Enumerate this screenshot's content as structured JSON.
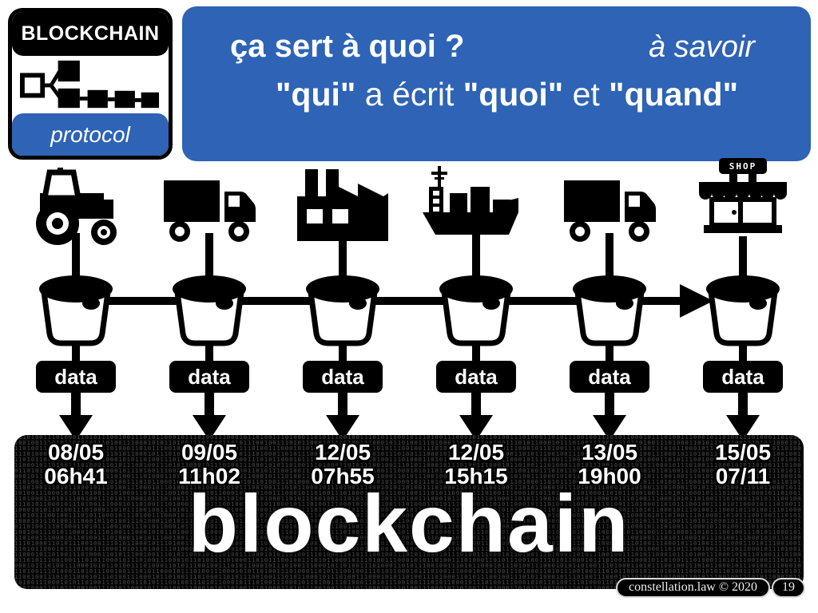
{
  "logo": {
    "title": "BLOCKCHAIN",
    "subtitle": "protocol"
  },
  "header": {
    "question": "ça sert à quoi ?",
    "aside": "à savoir",
    "line2": {
      "p1": "\"qui\"",
      "p2": " a écrit ",
      "p3": "\"quoi\"",
      "p4": " et ",
      "p5": "\"quand\""
    }
  },
  "columns": [
    {
      "icon": "tractor-icon",
      "label": "data",
      "date": "08/05",
      "time": "06h41"
    },
    {
      "icon": "delivery-truck-icon",
      "label": "data",
      "date": "09/05",
      "time": "11h02"
    },
    {
      "icon": "factory-icon",
      "label": "data",
      "date": "12/05",
      "time": "07h55"
    },
    {
      "icon": "cargo-ship-icon",
      "label": "data",
      "date": "12/05",
      "time": "15h15"
    },
    {
      "icon": "delivery-truck-icon",
      "label": "data",
      "date": "13/05",
      "time": "19h00"
    },
    {
      "icon": "shop-icon",
      "label": "data",
      "date": "15/05",
      "time": "07/11"
    }
  ],
  "shop": {
    "sign": "SHOP"
  },
  "banner": {
    "word": "blockchain"
  },
  "footer": {
    "credit": "constellation.law © 2020",
    "page": "19"
  },
  "colors": {
    "accent_blue": "#2e63b5",
    "black": "#000000",
    "white": "#ffffff"
  },
  "decor": {
    "binary_row": "0110100111010001101011100100111010110001011101001110001011010011101000110101110010011101011000101110100111000101"
  }
}
